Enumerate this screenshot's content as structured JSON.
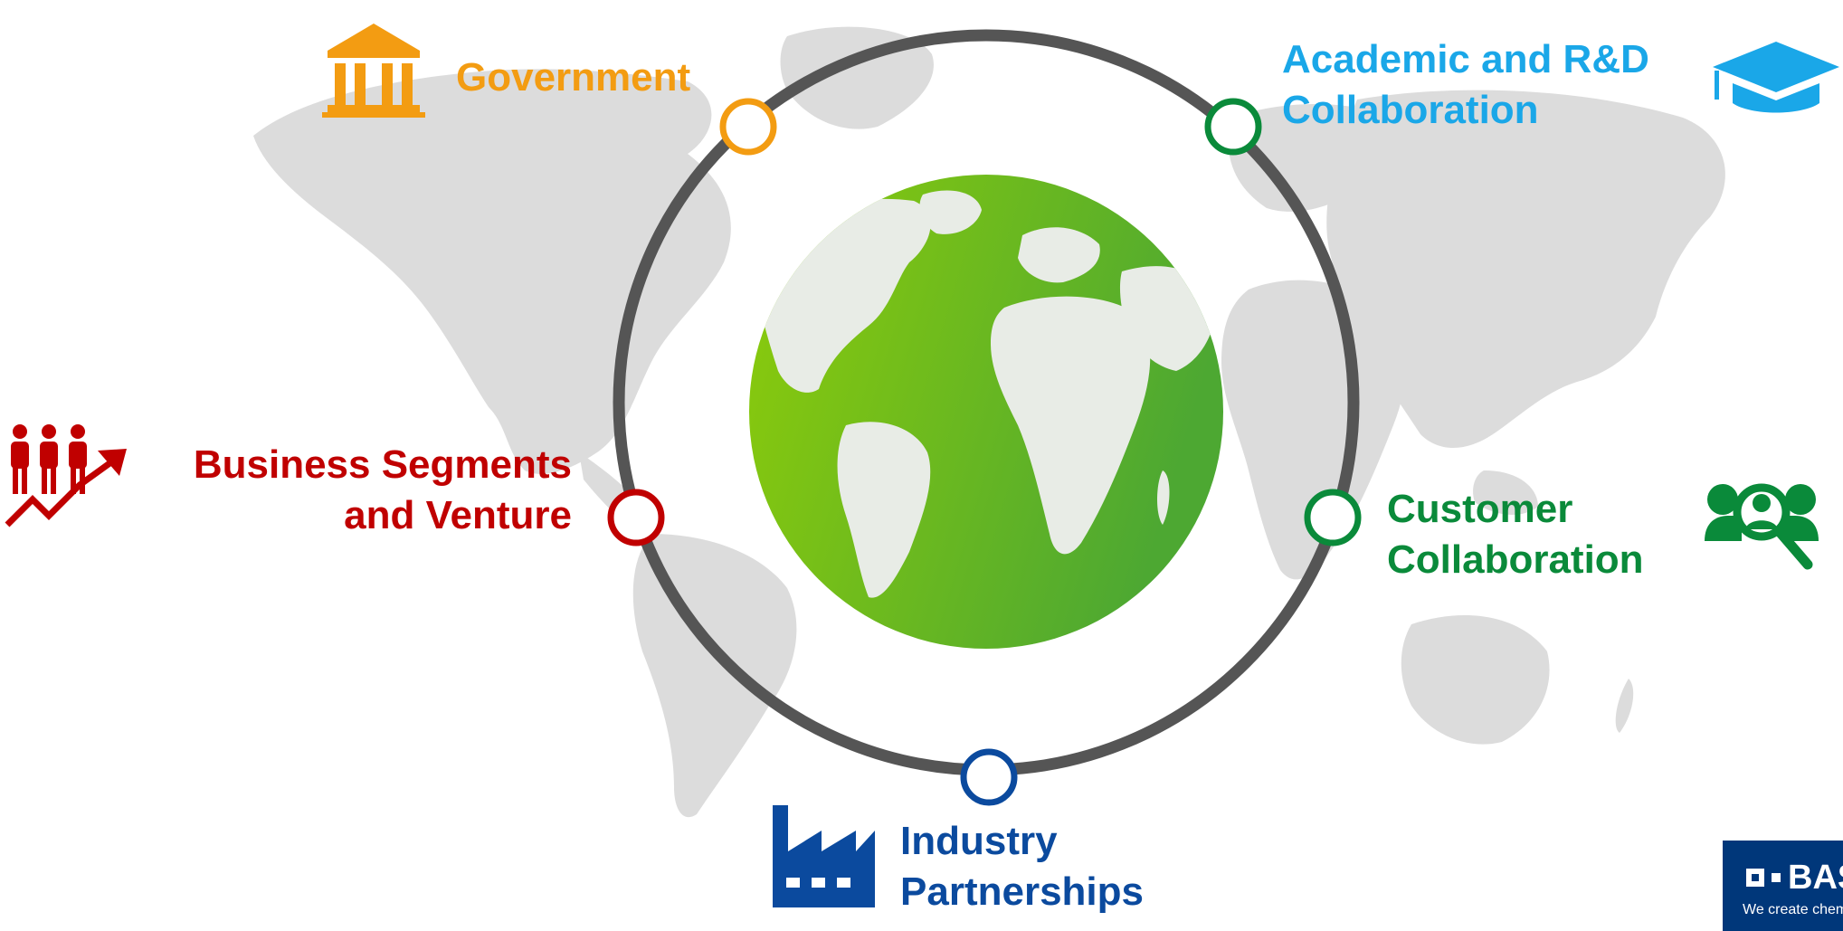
{
  "nodes": {
    "government": {
      "label_lines": [
        "Government"
      ],
      "color": "#f39c12",
      "icon": "government-building-icon"
    },
    "academic": {
      "label_lines": [
        "Academic and R&D",
        "Collaboration"
      ],
      "color": "#1aa7e8",
      "icon": "graduation-cap-icon"
    },
    "business": {
      "label_lines": [
        "Business Segments",
        "and Venture"
      ],
      "color": "#c00000",
      "icon": "people-growth-icon"
    },
    "customer": {
      "label_lines": [
        "Customer",
        "Collaboration"
      ],
      "color": "#0a8a3a",
      "icon": "customer-search-icon"
    },
    "industry": {
      "label_lines": [
        "Industry",
        "Partnerships"
      ],
      "color": "#0b4a9e",
      "icon": "factory-icon"
    }
  },
  "ring_color": "#555555",
  "map_color": "#dcdcdc",
  "globe_colors": [
    "#8dcc0a",
    "#4da832"
  ],
  "logo": {
    "name": "BASF",
    "tagline": "We create chemistry"
  }
}
